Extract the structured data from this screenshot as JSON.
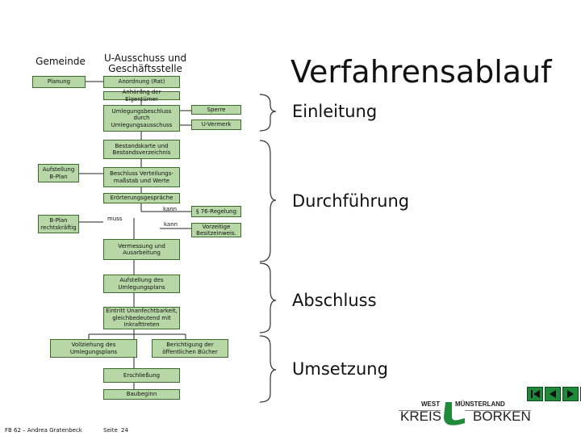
{
  "title": "Verfahrensablauf",
  "headers": {
    "gemeinde": "Gemeinde",
    "ausschuss": "U-Ausschuss und\nGeschäftsstelle"
  },
  "phases": [
    "Einleitung",
    "Durchführung",
    "Abschluss",
    "Umsetzung"
  ],
  "boxes": {
    "planung": "Planung",
    "anordnung": "Anordnung (Rat)",
    "anhoerung": "Anhörung der Eigentümer",
    "umlegungsbeschluss": "Umlegungsbeschluss\ndurch\nUmlegungsausschuss",
    "sperre": "Sperre",
    "uvermerk": "U-Vermerk",
    "bestandskarte": "Bestandskarte und\nBestandsverzeichnis",
    "aufstellung_bplan": "Aufstellung\nB-Plan",
    "beschluss": "Beschluss Verteilungs-\nmaßstab und Werte",
    "eroerterung": "Erörterungsgespräche",
    "bplan_rechts": "B-Plan\nrechtskräftig",
    "regelung76": "§ 76-Regelung",
    "vorzeitige": "Vorzeitige\nBesitzeinweis.",
    "vermessung": "Vermessung und\nAusarbeitung",
    "aufstellung_plan": "Aufstellung des\nUmlegungsplans",
    "eintritt": "Eintritt Unanfechtbarkeit,\ngleichbedeutend mit\nInkrafttreten",
    "vollziehung": "Vollziehung des\nUmlegungsplans",
    "berichtigung": "Berichtigung der\nöffentlichen Bücher",
    "erschliessung": "Erschließung",
    "baubeginn": "Baubeginn"
  },
  "labels": {
    "kann1": "kann",
    "muss": "muss",
    "kann2": "kann"
  },
  "logo": {
    "west": "WEST",
    "muensterland": "MÜNSTERLAND",
    "kreis": "KREIS",
    "borken": "BORKEN"
  },
  "footer": {
    "author": "FB 62 – Andrea Gratenbeck",
    "seite": "Seite",
    "page": "24"
  },
  "colors": {
    "box_fill": "#b8d7a6",
    "box_border": "#3c6b2e",
    "logo_green": "#1f8a3a"
  },
  "nav_icons": [
    "nav-first-icon",
    "nav-prev-icon",
    "nav-next-icon",
    "nav-last-icon"
  ]
}
